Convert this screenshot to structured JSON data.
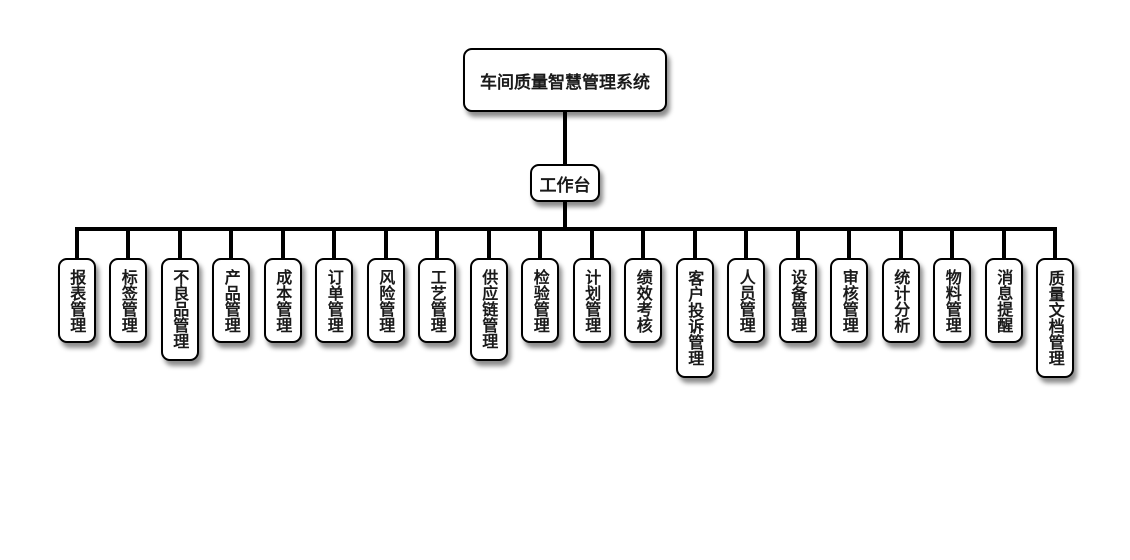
{
  "diagram": {
    "type": "org-tree",
    "root": {
      "label": "车间质量智慧管理系统"
    },
    "hub": {
      "label": "工作台"
    },
    "modules": [
      {
        "label": "报表管理"
      },
      {
        "label": "标签管理"
      },
      {
        "label": "不良品管理"
      },
      {
        "label": "产品管理"
      },
      {
        "label": "成本管理"
      },
      {
        "label": "订单管理"
      },
      {
        "label": "风险管理"
      },
      {
        "label": "工艺管理"
      },
      {
        "label": "供应链管理"
      },
      {
        "label": "检验管理"
      },
      {
        "label": "计划管理"
      },
      {
        "label": "绩效考核"
      },
      {
        "label": "客户投诉管理"
      },
      {
        "label": "人员管理"
      },
      {
        "label": "设备管理"
      },
      {
        "label": "审核管理"
      },
      {
        "label": "统计分析"
      },
      {
        "label": "物料管理"
      },
      {
        "label": "消息提醒"
      },
      {
        "label": "质量文档管理"
      }
    ],
    "colors": {
      "line": "#000000",
      "node_border": "#000000",
      "node_fill": "#ffffff",
      "text": "#1a1a1a"
    }
  }
}
